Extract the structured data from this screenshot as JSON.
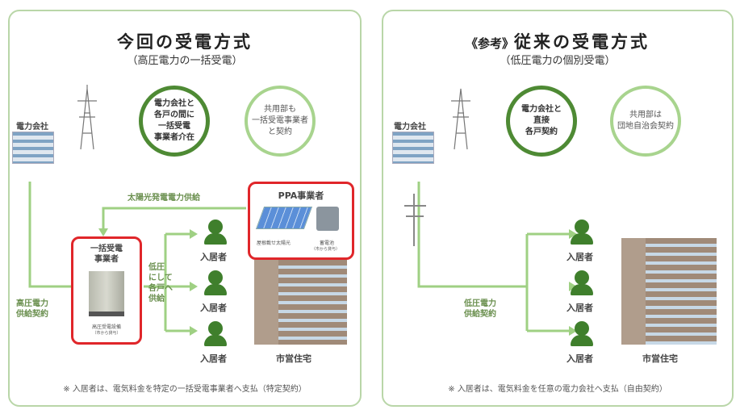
{
  "left": {
    "title": "今回の受電方式",
    "subtitle": "（高圧電力の一括受電）",
    "power_company": "電力会社",
    "circle1": [
      "電力会社と",
      "各戸の間に",
      "一括受電",
      "事業者介在"
    ],
    "circle2": [
      "共用部も",
      "一括受電事業者",
      "と契約"
    ],
    "solar_supply": "太陽光発電電力供給",
    "ppa": {
      "title": "PPA事業者",
      "solar": "屋根載せ太陽光",
      "battery": "蓄電池",
      "battery_note": "（市から貸与）"
    },
    "bulk": {
      "title": [
        "一括受電",
        "事業者"
      ],
      "equipment": "高圧受電設備",
      "equipment_note": "（市から貸与）"
    },
    "contract": [
      "高圧電力",
      "供給契約"
    ],
    "low_voltage": [
      "低圧",
      "にして",
      "各戸へ",
      "供給"
    ],
    "resident": "入居者",
    "housing": "市営住宅",
    "note": "※ 入居者は、電気料金を特定の一括受電事業者へ支払（特定契約）"
  },
  "right": {
    "title_prefix": "《参考》",
    "title": "従来の受電方式",
    "subtitle": "（低圧電力の個別受電）",
    "power_company": "電力会社",
    "circle1": [
      "電力会社と",
      "直接",
      "各戸契約"
    ],
    "circle2": [
      "共用部は",
      "団地自治会契約"
    ],
    "contract": [
      "低圧電力",
      "供給契約"
    ],
    "resident": "入居者",
    "housing": "市営住宅",
    "note": "※ 入居者は、電気料金を任意の電力会社へ支払（自由契約）"
  },
  "colors": {
    "arrow": "#9fd083",
    "dark_green": "#4e8a34",
    "red": "#e0262a"
  }
}
